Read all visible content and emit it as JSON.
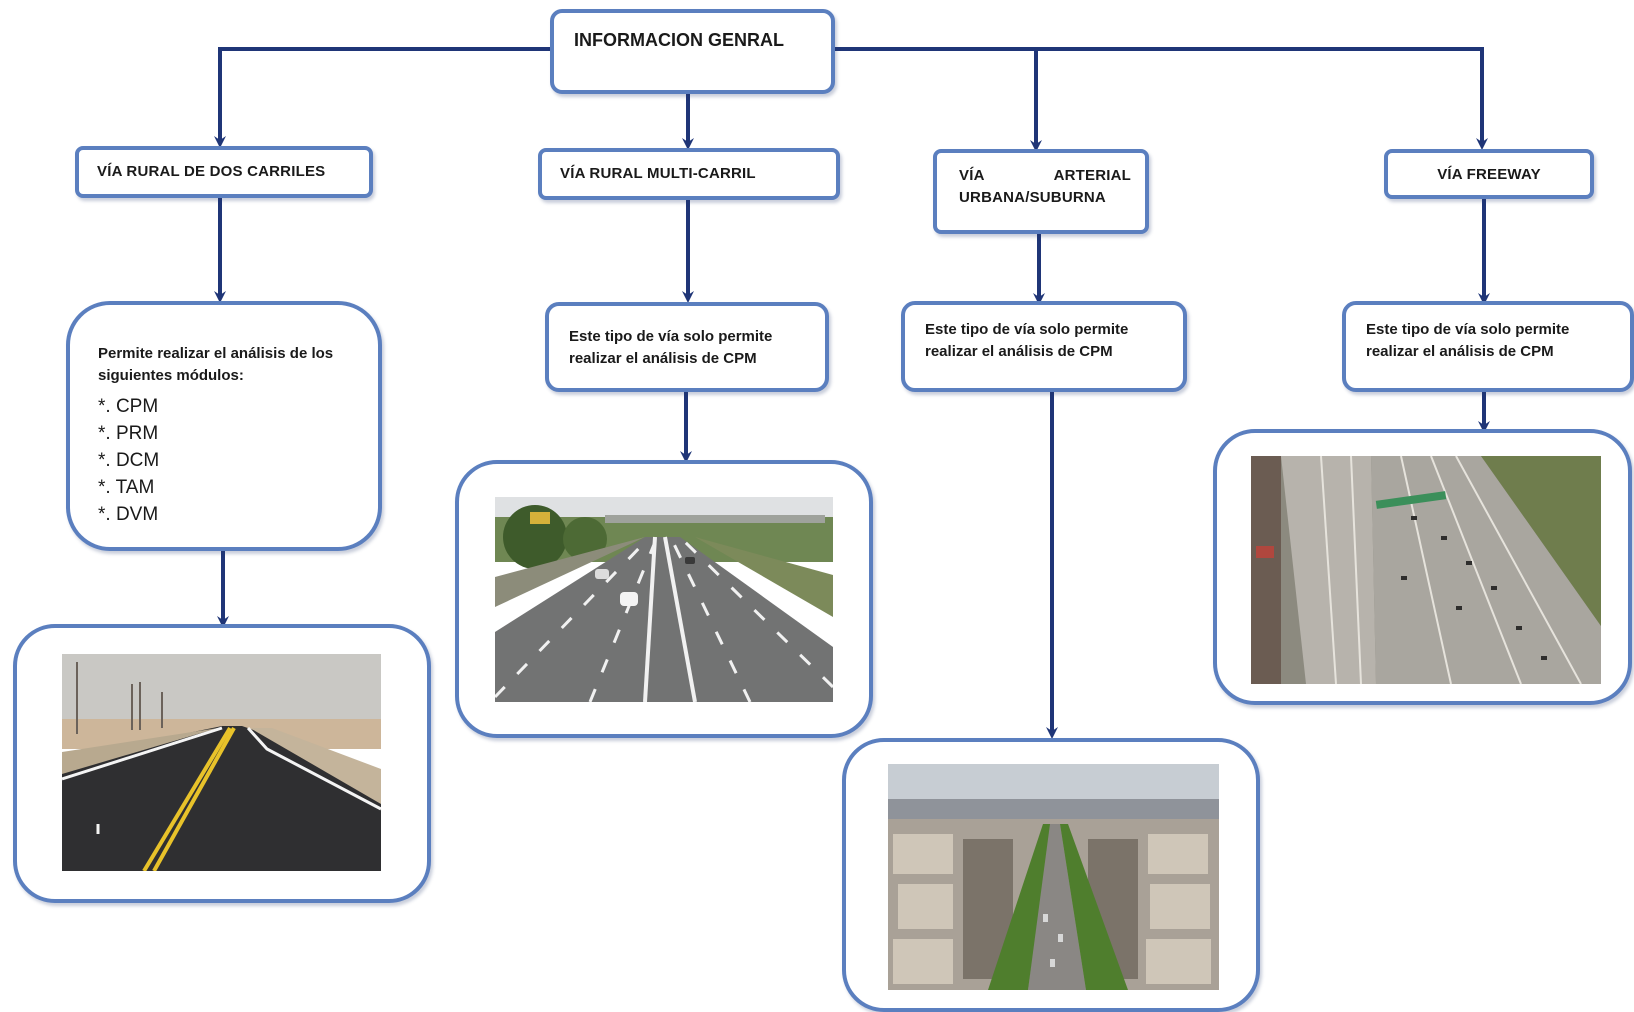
{
  "root": {
    "label": "INFORMACION GENRAL"
  },
  "categories": [
    {
      "title": "VÍA RURAL DE DOS CARRILES",
      "description": "Permite  realizar  el  análisis  de los siguientes  módulos:",
      "modules": [
        "*. CPM",
        "*. PRM",
        "*. DCM",
        "*. TAM",
        "*. DVM"
      ],
      "photo": "two-lane-rural-road"
    },
    {
      "title": "VÍA RURAL MULTI-CARRIL",
      "description": "Este  tipo  de  vía  solo  permite realizar  el  análisis  de  CPM",
      "photo": "multilane-rural-highway"
    },
    {
      "title_line1_left": "VÍA",
      "title_line1_right": "ARTERIAL",
      "title_line2": "URBANA/SUBURNA",
      "description": "Este  tipo  de  vía  solo  permite realizar  el  análisis  de  CPM",
      "photo": "urban-arterial-avenue"
    },
    {
      "title": "VÍA FREEWAY",
      "description": "Este  tipo  de  vía  solo  permite realizar  el  análisis  de  CPM",
      "photo": "freeway-aerial"
    }
  ],
  "colors": {
    "arrow": "#1f3577",
    "box_border": "#5b7fbf"
  }
}
